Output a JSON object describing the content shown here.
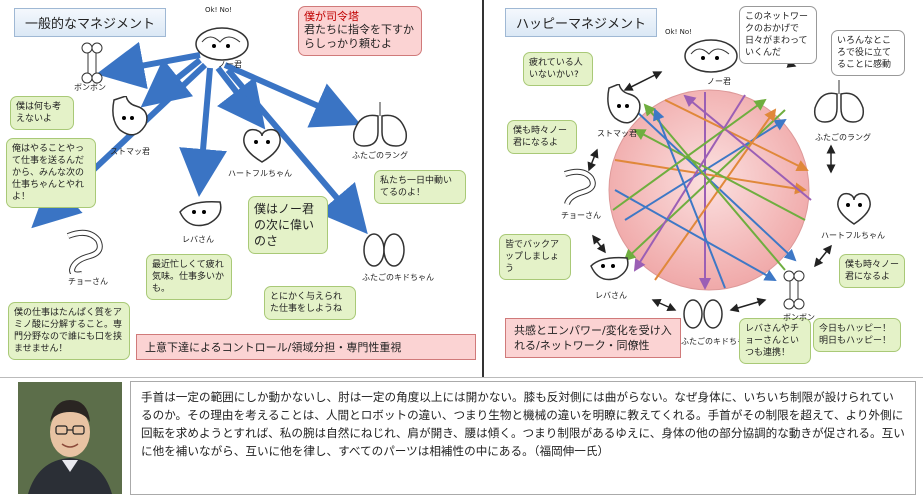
{
  "left": {
    "title": "一般的なマネジメント",
    "brain_badge": "Ok! No!",
    "boss_bubble": {
      "title": "僕が司令塔",
      "text": "君たちに指令を下すからしっかり頼むよ"
    },
    "labels": {
      "brain": "ノー君",
      "bone": "ボンボン",
      "stomach": "ストマッ君",
      "heart": "ハートフルちゃん",
      "lungs": "ふたごのラング",
      "intestine": "チョーさん",
      "liver": "レバさん",
      "kidneys": "ふたごのキドちゃん"
    },
    "bubbles": {
      "bone": "僕は何も考えないよ",
      "stomach": "俺はやることやって仕事を送るんだから、みんな次の仕事ちゃんとやれよ！",
      "heart": "僕はノー君の次に偉いのさ",
      "lungs": "私たち一日中動いてるのよ！",
      "intestine": "僕の仕事はたんぱく質をアミノ酸に分解すること。専門分野なので誰にも口を挟ませません！",
      "liver": "最近忙しくて疲れ気味。仕事多いかも。",
      "kidneys": "とにかく与えられた仕事をしようね"
    },
    "banner": "上意下達によるコントロール/領域分担・専門性重視"
  },
  "right": {
    "title": "ハッピーマネジメント",
    "brain_badge": "Ok! No!",
    "labels": {
      "brain": "ノー君",
      "stomach": "ストマッ君",
      "lungs": "ふたごのラング",
      "heart": "ハートフルちゃん",
      "intestine": "チョーさん",
      "liver": "レバさん",
      "kidneys": "ふたごのキドちゃん",
      "bone": "ボンボン"
    },
    "bubbles": {
      "network": "このネットワークのおかげで日々がまわっていくんだ",
      "lungs": "いろんなところで役に立てることに感動",
      "stomach": "疲れている人いないかい?",
      "intestine": "僕も時々ノー君になるよ",
      "liver": "皆でバックアップしましょう",
      "heart": "僕も時々ノー君になるよ",
      "bone": "今日もハッピー！明日もハッピー！",
      "kidneys": "レバさんやチョーさんといつも連携！"
    },
    "banner": "共感とエンパワー/変化を受け入れる/ネットワーク・同僚性"
  },
  "quote": "手首は一定の範囲にしか動かないし、肘は一定の角度以上には開かない。膝も反対側には曲がらない。なぜ身体に、いちいち制限が設けられているのか。その理由を考えることは、人間とロボットの違い、つまり生物と機械の違いを明瞭に教えてくれる。手首がその制限を超えて、より外側に回転を求めようとすれば、私の腕は自然にねじれ、肩が開き、腰は傾く。つまり制限があるゆえに、身体の他の部分協調的な動きが促される。互いに他を補いながら、互いに他を律し、すべてのパーツは相補性の中にある。（福岡伸一氏）",
  "colors": {
    "arrow_blue": "#3a74c4",
    "green_bubble": "#e4f2c8",
    "pink": "#fbd3d3",
    "circle": "#f3b3b3"
  }
}
